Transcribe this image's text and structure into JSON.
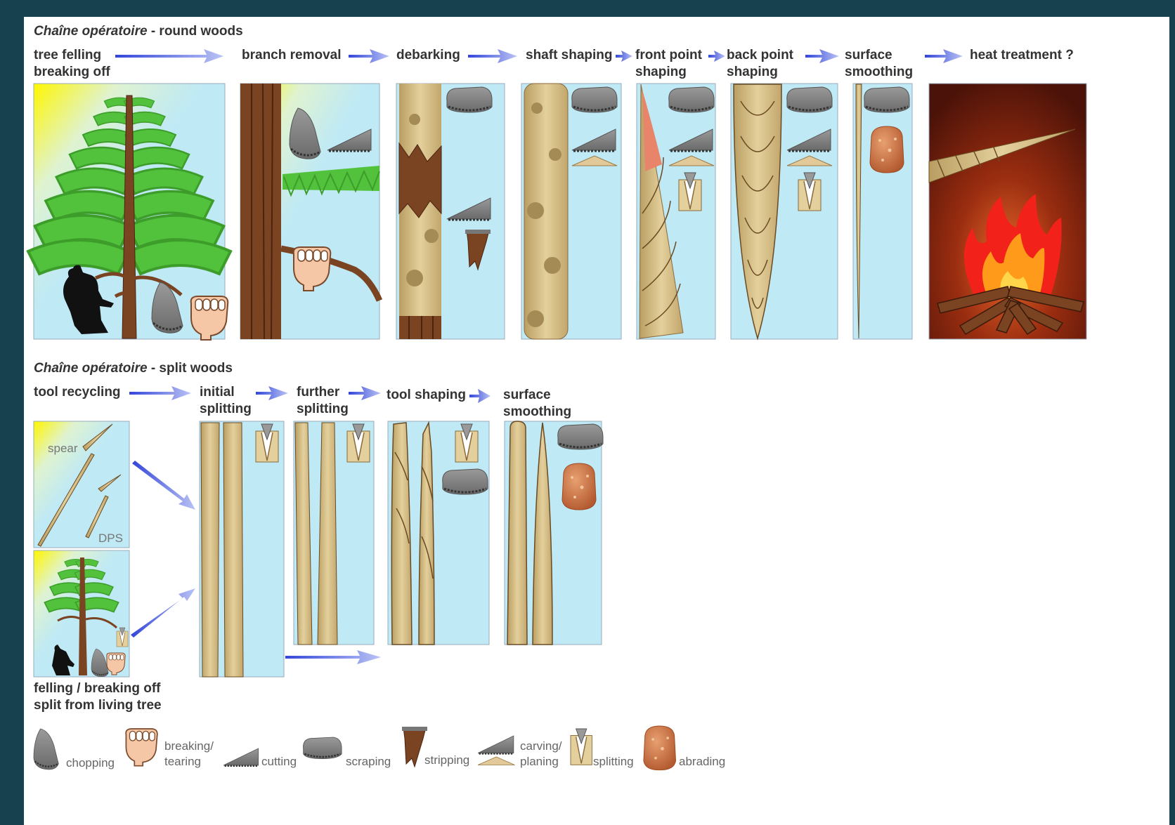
{
  "section_round": {
    "title_italic": "Chaîne opératoire",
    "title_rest": " - round woods"
  },
  "round_steps": [
    {
      "l1": "tree felling",
      "l2": "breaking off"
    },
    {
      "l1": "branch removal",
      "l2": ""
    },
    {
      "l1": "debarking",
      "l2": ""
    },
    {
      "l1": "shaft shaping",
      "l2": ""
    },
    {
      "l1": "front point",
      "l2": "shaping"
    },
    {
      "l1": "back point",
      "l2": "shaping"
    },
    {
      "l1": "surface",
      "l2": "smoothing"
    },
    {
      "l1": "heat treatment ?",
      "l2": ""
    }
  ],
  "section_split": {
    "title_italic": "Chaîne opératoire",
    "title_rest": " - split woods"
  },
  "split_steps": [
    {
      "l1": "tool recycling",
      "l2": ""
    },
    {
      "l1": "initial",
      "l2": "splitting"
    },
    {
      "l1": "further",
      "l2": "splitting"
    },
    {
      "l1": "tool shaping",
      "l2": ""
    },
    {
      "l1": "surface",
      "l2": "smoothing"
    }
  ],
  "recycling_labels": {
    "spear": "spear",
    "dps": "DPS"
  },
  "source_caption": {
    "l1": "felling / breaking off",
    "l2": "split from living tree"
  },
  "legend": [
    {
      "l1": "chopping",
      "l2": ""
    },
    {
      "l1": "breaking/",
      "l2": "tearing"
    },
    {
      "l1": "cutting",
      "l2": ""
    },
    {
      "l1": "scraping",
      "l2": ""
    },
    {
      "l1": "stripping",
      "l2": ""
    },
    {
      "l1": "carving/",
      "l2": "planing"
    },
    {
      "l1": "splitting",
      "l2": ""
    },
    {
      "l1": "abrading",
      "l2": ""
    }
  ],
  "colors": {
    "panel": "#bfe9f5",
    "wood": "#d6bf8a",
    "bark": "#7a4322",
    "leaf": "#4cbf3a",
    "arrow": "#4a5ee0",
    "fire_bg": "#5a1a0c"
  }
}
